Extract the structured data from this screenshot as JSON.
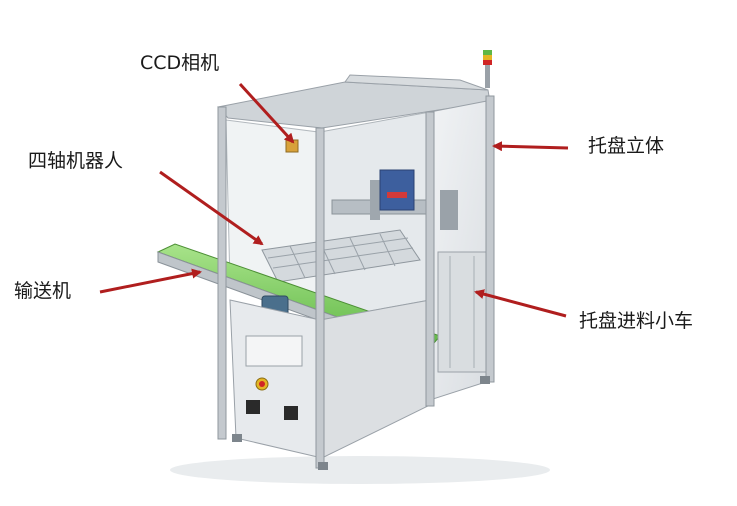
{
  "labels": {
    "ccd_camera": "CCD相机",
    "four_axis_robot": "四轴机器人",
    "conveyor": "输送机",
    "tray_stacker": "托盘立体",
    "tray_feed_cart": "托盘进料小车"
  },
  "colors": {
    "arrow": "#b01e1e",
    "frame": "#c9ced3",
    "panel": "#e6e9ec",
    "belt": "#8bd66a",
    "motor": "#4a6f8c",
    "camera": "#3d5f9e",
    "base": "#dde1e4"
  },
  "icons": {
    "warning_light": "signal-tower-icon",
    "motor": "motor-icon",
    "e_stop": "emergency-stop-icon"
  }
}
